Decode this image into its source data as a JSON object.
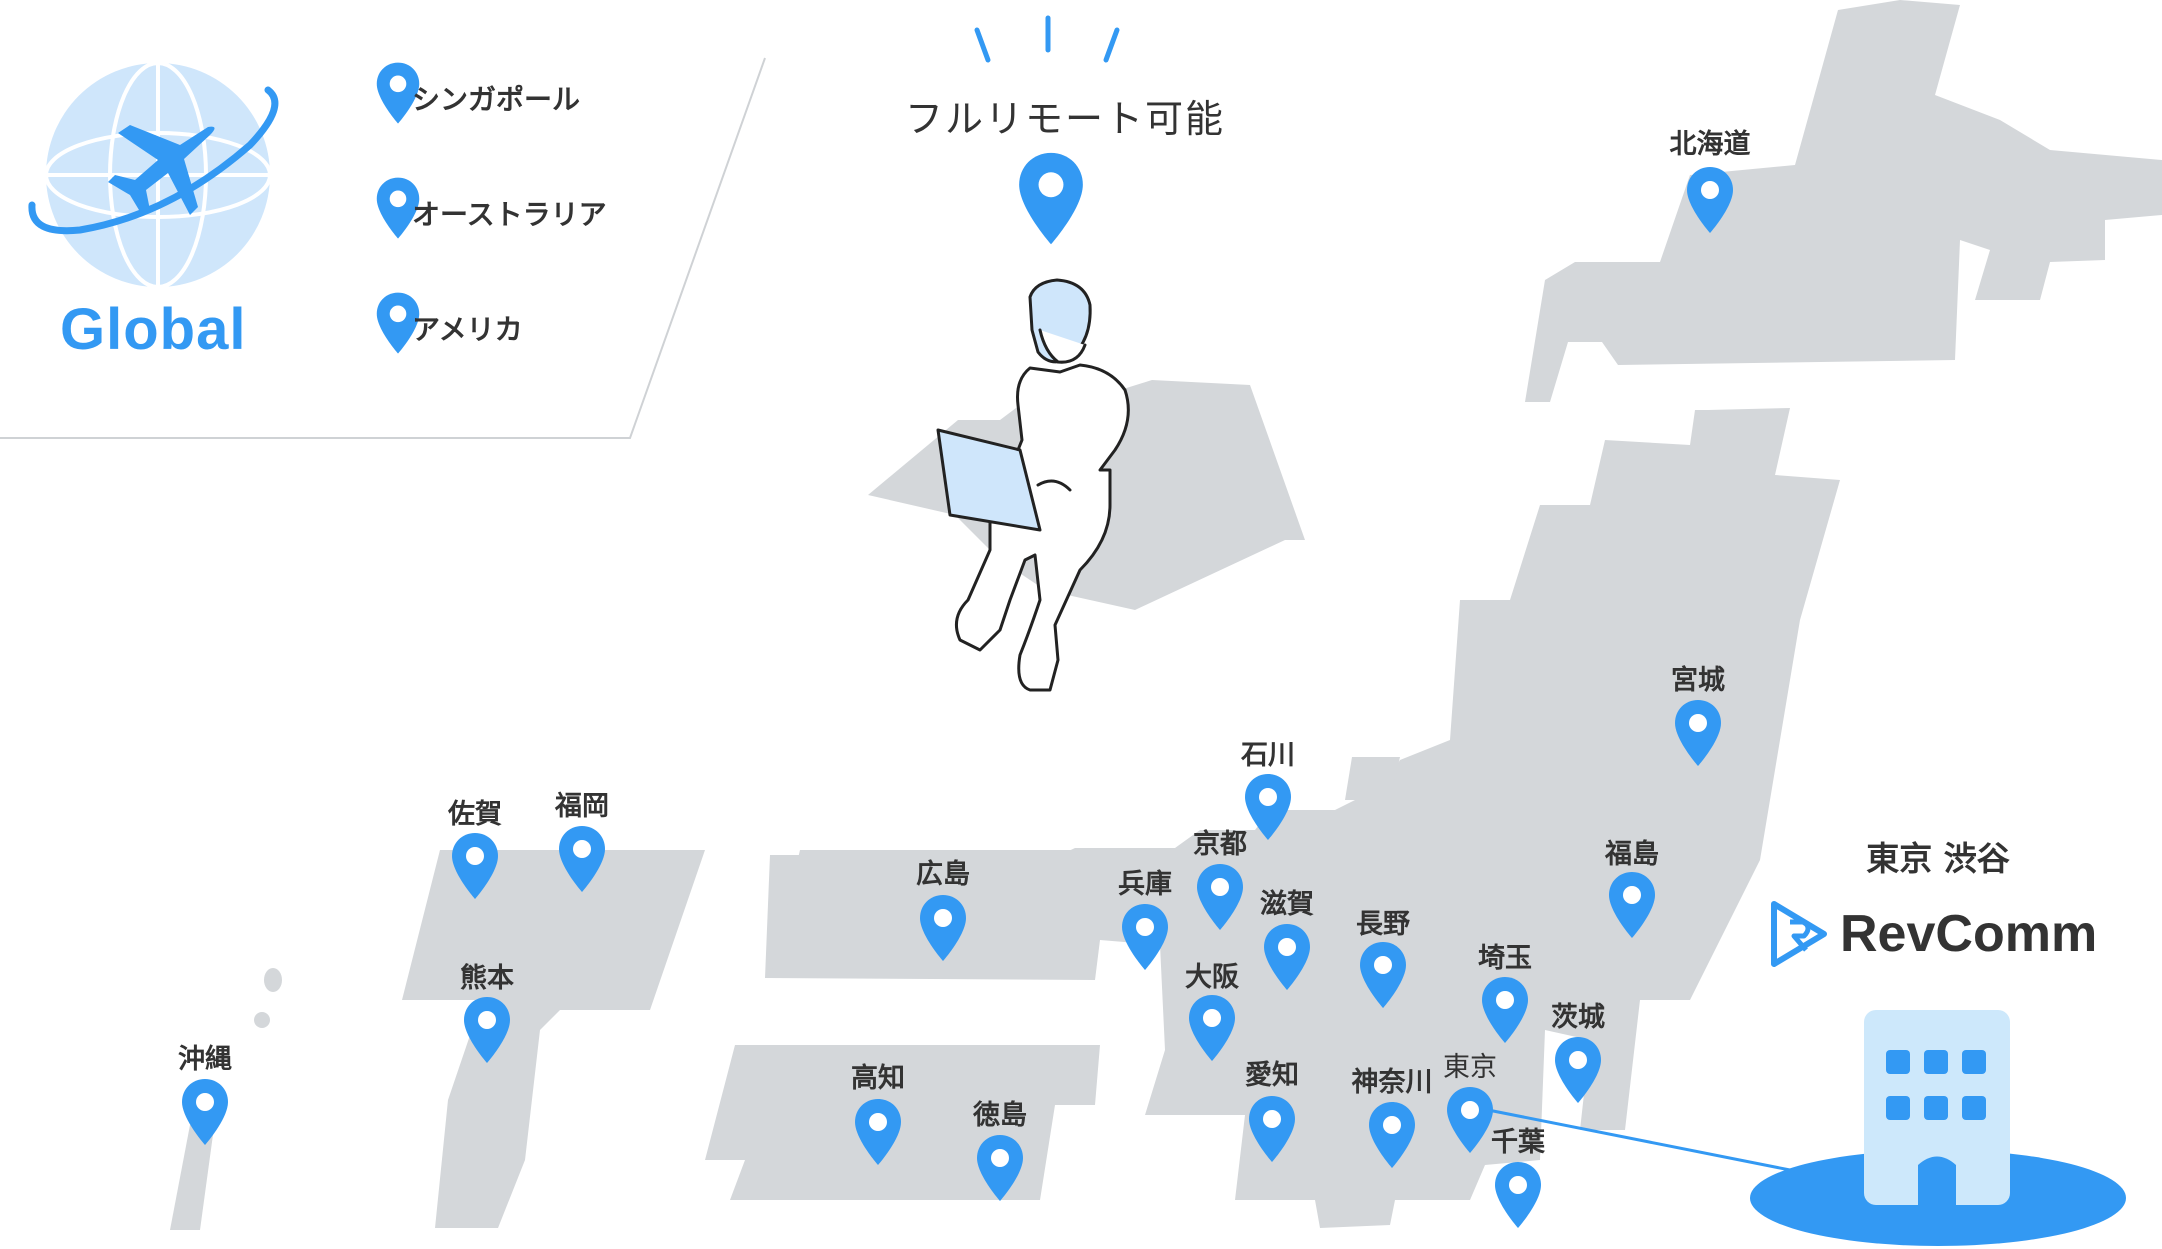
{
  "global": {
    "title": "Global",
    "locations": [
      "シンガポール",
      "オーストラリア",
      "アメリカ"
    ]
  },
  "remote": {
    "label": "フルリモート可能"
  },
  "headquarters": {
    "label": "東京 渋谷",
    "brand": "RevComm"
  },
  "prefectures": [
    {
      "name": "北海道"
    },
    {
      "name": "宮城"
    },
    {
      "name": "福島"
    },
    {
      "name": "石川"
    },
    {
      "name": "京都"
    },
    {
      "name": "兵庫"
    },
    {
      "name": "滋賀"
    },
    {
      "name": "長野"
    },
    {
      "name": "大阪"
    },
    {
      "name": "埼玉"
    },
    {
      "name": "茨城"
    },
    {
      "name": "東京"
    },
    {
      "name": "愛知"
    },
    {
      "name": "神奈川"
    },
    {
      "name": "千葉"
    },
    {
      "name": "広島"
    },
    {
      "name": "高知"
    },
    {
      "name": "徳島"
    },
    {
      "name": "佐賀"
    },
    {
      "name": "福岡"
    },
    {
      "name": "熊本"
    },
    {
      "name": "沖縄"
    }
  ],
  "colors": {
    "pin": "#3399f3",
    "land": "#d4d7da",
    "globe": "#cfe6fb",
    "building": "#cde8fb",
    "accent": "#3399f3"
  }
}
